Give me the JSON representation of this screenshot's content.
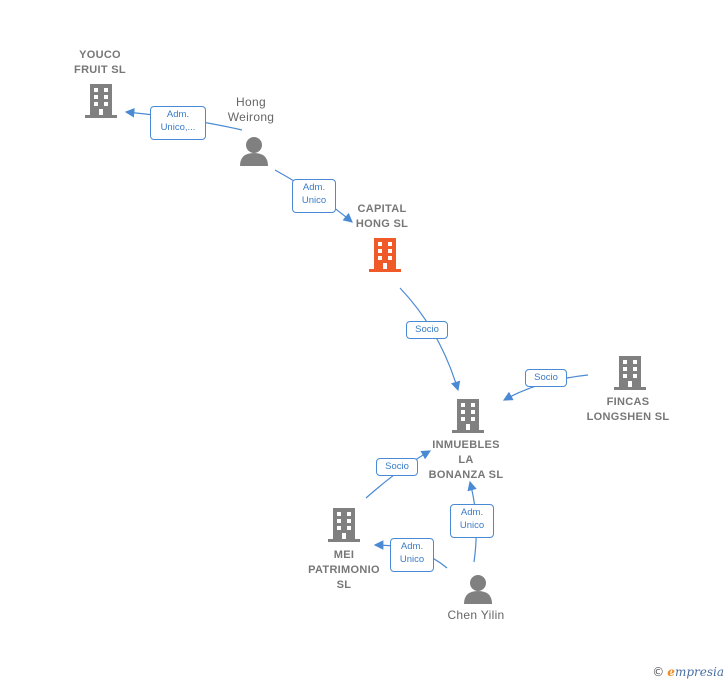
{
  "nodes": {
    "youco": {
      "label": "YOUCO\nFRUIT  SL"
    },
    "hong": {
      "label": "Hong\nWeirong"
    },
    "capital": {
      "label": "CAPITAL\nHONG  SL"
    },
    "inmuebles": {
      "label": "INMUEBLES\nLA\nBONANZA  SL"
    },
    "fincas": {
      "label": "FINCAS\nLONGSHEN SL"
    },
    "mei": {
      "label": "MEI\nPATRIMONIO\nSL"
    },
    "chen": {
      "label": "Chen Yilin"
    }
  },
  "edges": {
    "hong_youco": "Adm.\nUnico,...",
    "hong_capital": "Adm.\nUnico",
    "capital_inmuebles": "Socio",
    "fincas_inmuebles": "Socio",
    "mei_inmuebles": "Socio",
    "chen_inmuebles": "Adm.\nUnico",
    "chen_mei": "Adm.\nUnico"
  },
  "colors": {
    "company": "#808080",
    "focus_company": "#f05a28",
    "person": "#808080",
    "edge": "#4a8ad4"
  },
  "footer": {
    "copyright": "©",
    "brand_initial": "e",
    "brand_rest": "mpresia"
  }
}
